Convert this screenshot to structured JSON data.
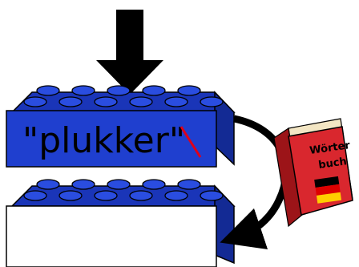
{
  "block_top": {
    "word": "\"plukker\"",
    "color": "#1f3fcf",
    "crossed_letter": "r"
  },
  "block_bottom": {
    "color_top": "#1f3fcf",
    "face_color": "#ffffff"
  },
  "book": {
    "title_line1": "Wörter",
    "title_line2": "buch",
    "cover_color": "#d9272e",
    "flag": [
      "#000000",
      "#dd0000",
      "#ffce00"
    ]
  },
  "icons": {
    "down_arrow": "down-arrow-icon",
    "curved_arrow": "curved-arrow-icon"
  }
}
